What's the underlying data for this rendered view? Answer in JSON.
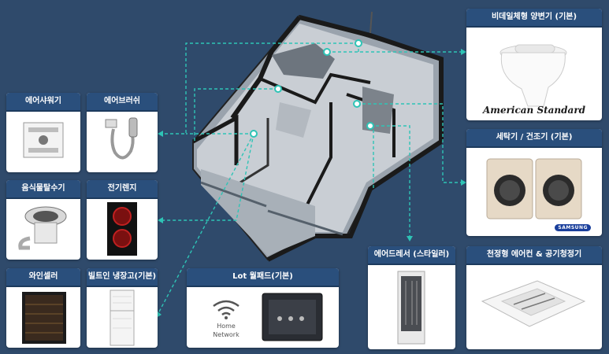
{
  "cards": {
    "bidet": "비데일체형 양변기 (기본)",
    "bidet_brand": "American Standard",
    "washer": "세탁기 / 건조기 (기본)",
    "washer_brand": "SAMSUNG",
    "air_shower": "에어샤워기",
    "air_brush": "에어브러쉬",
    "food_disposer": "음식물탈수기",
    "range": "전기렌지",
    "wine_cellar": "와인셀러",
    "fridge": "빌트인 냉장고(기본)",
    "wallpad": "Lot 월패드(기본)",
    "home_network_line1": "Home",
    "home_network_line2": "Network",
    "air_dresser": "에어드레서 (스타일러)",
    "ceiling_ac": "천정형 에어컨 & 공기청정기"
  },
  "colors": {
    "background": "#2f4a6b",
    "header": "#2a4f7c",
    "connector": "#2ec4b6"
  }
}
